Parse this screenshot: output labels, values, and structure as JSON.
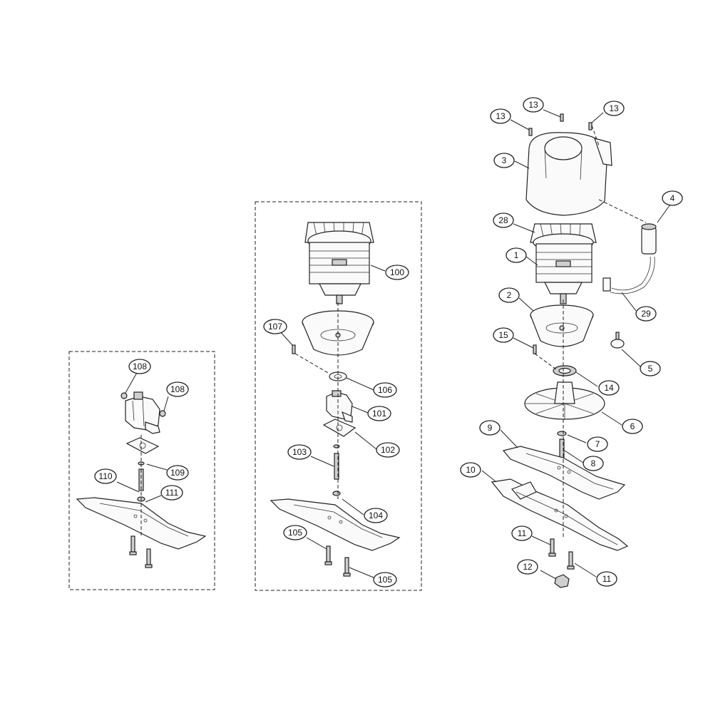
{
  "callouts": {
    "left": [
      "108",
      "108",
      "109",
      "110",
      "111"
    ],
    "middle": [
      "100",
      "107",
      "106",
      "101",
      "102",
      "103",
      "104",
      "105",
      "105"
    ],
    "right": [
      "13",
      "13",
      "13",
      "3",
      "4",
      "28",
      "1",
      "29",
      "2",
      "15",
      "5",
      "14",
      "6",
      "9",
      "7",
      "8",
      "10",
      "11",
      "11",
      "12"
    ]
  }
}
